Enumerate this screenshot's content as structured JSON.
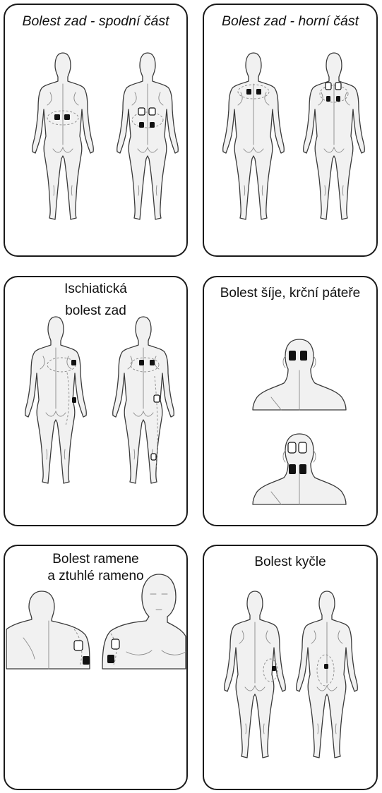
{
  "panels": [
    {
      "title": "Bolest zad - spodní část"
    },
    {
      "title": "Bolest zad - horní část"
    },
    {
      "title_line1": "Ischiatická",
      "title_line2": "bolest zad"
    },
    {
      "title": "Bolest šíje, krční páteře"
    },
    {
      "title_line1": "Bolest ramene",
      "title_line2": "a ztuhlé rameno"
    },
    {
      "title": "Bolest kyčle"
    }
  ],
  "colors": {
    "border": "#1a1a1a",
    "electrode_active": "#111111",
    "electrode_passive": "#ffffff"
  }
}
